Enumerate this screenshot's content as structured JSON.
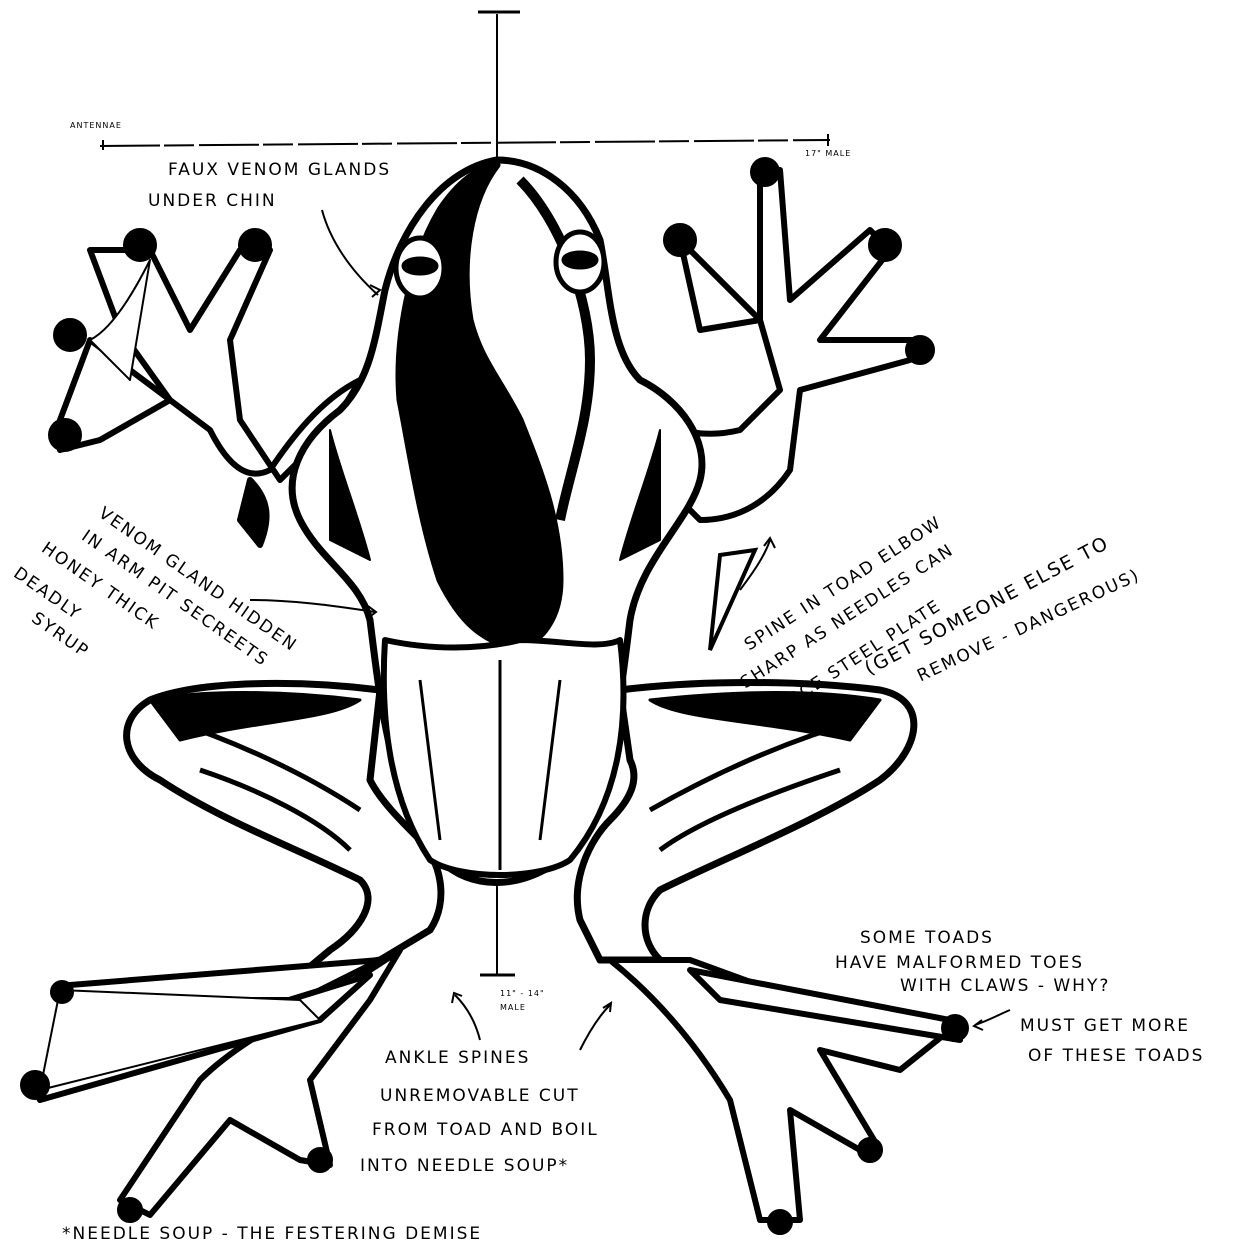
{
  "annotations": {
    "scale_left": "ANTENNAE",
    "scale_right": "17\" MALE",
    "chin_line1": "FAUX VENOM GLANDS",
    "chin_line2": "UNDER CHIN",
    "arm_line1": "VENOM GLAND HIDDEN",
    "arm_line2": "IN ARM PIT SECREETS",
    "arm_line3": "HONEY THICK",
    "arm_line4": "DEADLY",
    "arm_line5": "SYRUP",
    "elbow_line1": "SPINE IN TOAD ELBOW",
    "elbow_line2": "SHARP AS NEEDLES CAN",
    "elbow_line3": "PIRCE STEEL PLATE",
    "elbow_line4": "(GET SOMEONE ELSE TO",
    "elbow_line5": "REMOVE - DANGEROUS)",
    "toes_line1": "SOME TOADS",
    "toes_line2": "HAVE MALFORMED TOES",
    "toes_line3": "WITH CLAWS - WHY?",
    "more_line1": "MUST GET MORE",
    "more_line2": "OF THESE TOADS",
    "ankle_line1": "ANKLE SPINES",
    "ankle_line2": "UNREMOVABLE CUT",
    "ankle_line3": "FROM TOAD AND BOIL",
    "ankle_line4": "INTO NEEDLE SOUP*",
    "tail_small1": "11\" - 14\"",
    "tail_small2": "MALE",
    "footnote": "*NEEDLE SOUP - THE FESTERING DEMISE"
  },
  "colors": {
    "ink": "#000000",
    "paper": "#ffffff"
  }
}
